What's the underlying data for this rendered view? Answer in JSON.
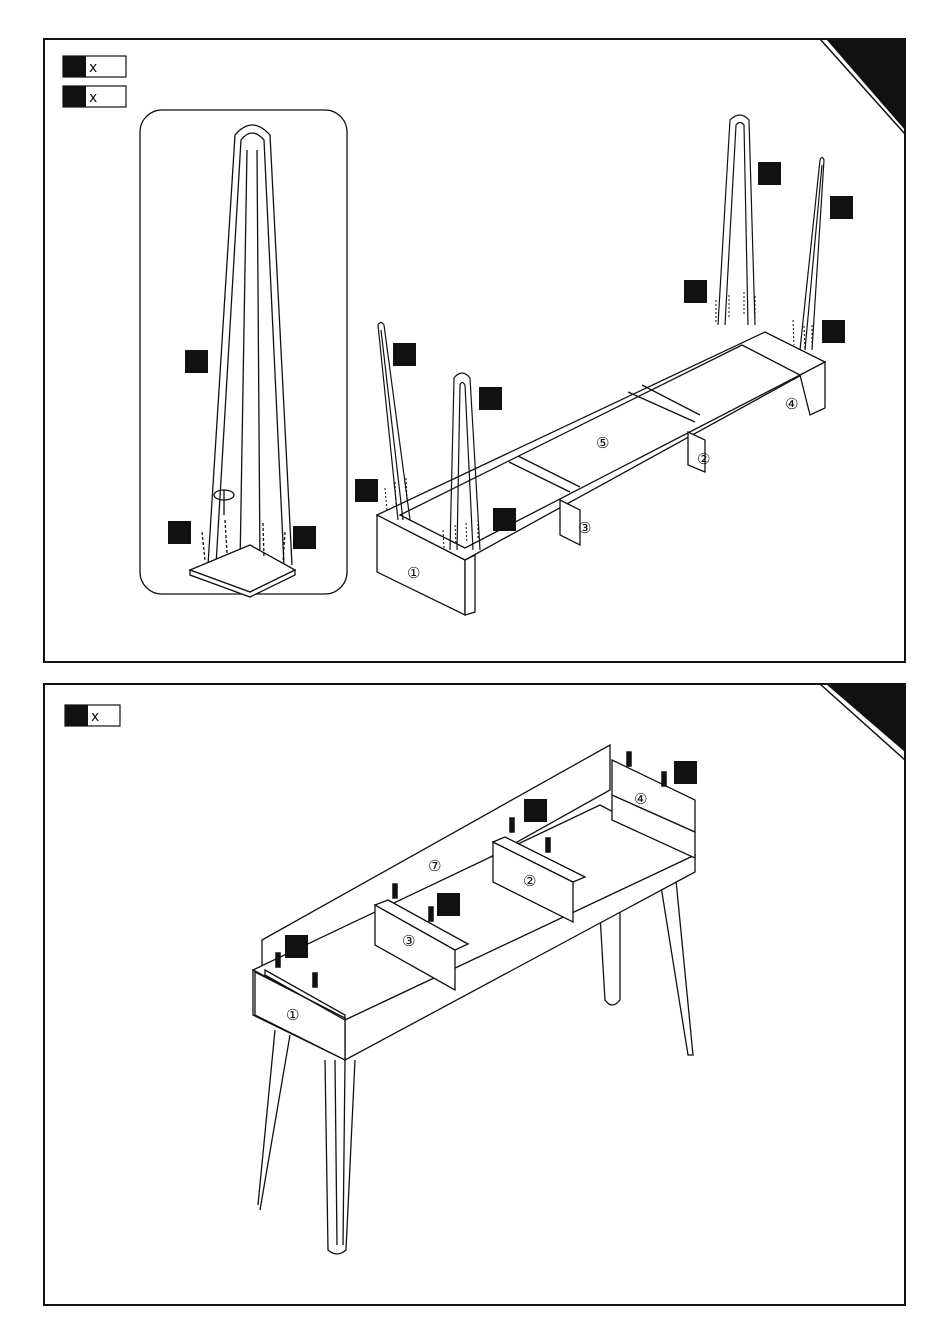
{
  "step1": {
    "legend": [
      {
        "mark": "x"
      },
      {
        "mark": "x"
      }
    ],
    "labels": {
      "p1": "①",
      "p2": "②",
      "p3": "③",
      "p4": "④",
      "p5": "⑤"
    }
  },
  "step2": {
    "legend": [
      {
        "mark": "x"
      }
    ],
    "labels": {
      "p1": "①",
      "p2": "②",
      "p3": "③",
      "p4": "④",
      "p7": "⑦"
    }
  },
  "colors": {
    "ink": "#111111",
    "paper": "#ffffff"
  }
}
